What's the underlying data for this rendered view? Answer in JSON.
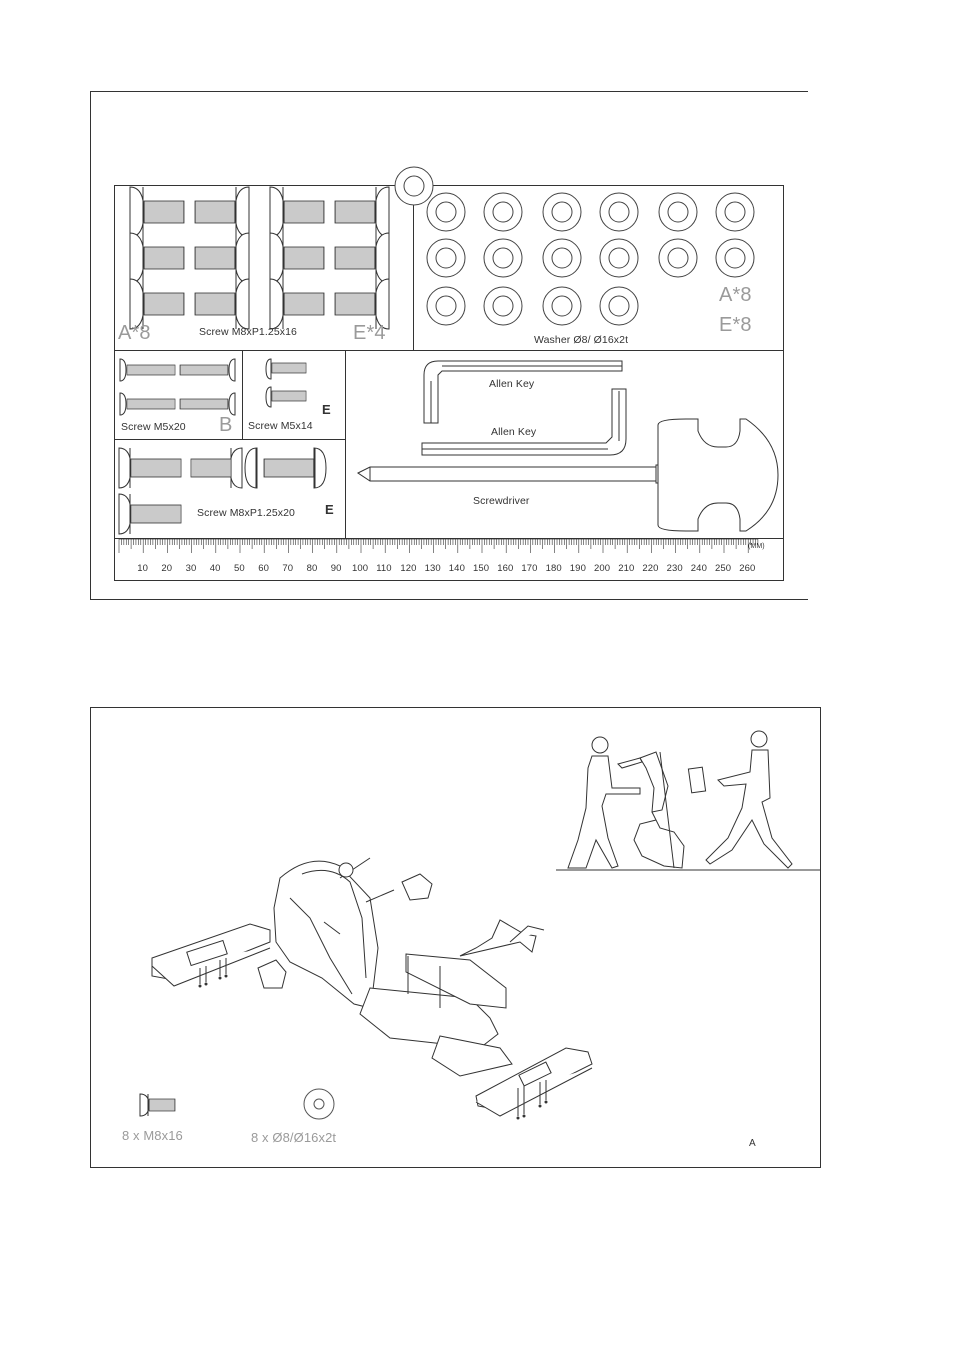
{
  "parts_sheet": {
    "screw_m8x16": {
      "label": "Screw M8xP1.25x16",
      "tag_a": "A*8",
      "tag_e": "E*4"
    },
    "washer": {
      "label": "Washer   Ø8/  Ø16x2t",
      "tag_a": "A*8",
      "tag_e": "E*8"
    },
    "screw_m5x20": {
      "label": "Screw M5x20",
      "tag": "B"
    },
    "screw_m5x14": {
      "label": "Screw M5x14",
      "tag": "E"
    },
    "screw_m8x20": {
      "label": "Screw M8xP1.25x20",
      "tag": "E"
    },
    "tools": {
      "allen_key_1": "Allen Key",
      "allen_key_2": "Allen Key",
      "screwdriver": "Screwdriver"
    },
    "ruler": {
      "unit": "(MM)",
      "ticks": [
        "10",
        "20",
        "30",
        "40",
        "50",
        "60",
        "70",
        "80",
        "90",
        "100",
        "110",
        "120",
        "130",
        "140",
        "150",
        "160",
        "170",
        "180",
        "190",
        "200",
        "210",
        "220",
        "230",
        "240",
        "250",
        "260"
      ]
    }
  },
  "step_a": {
    "screw_qty": "8 x M8x16",
    "washer_qty": "8 x Ø8/Ø16x2t",
    "step_letter": "A"
  }
}
